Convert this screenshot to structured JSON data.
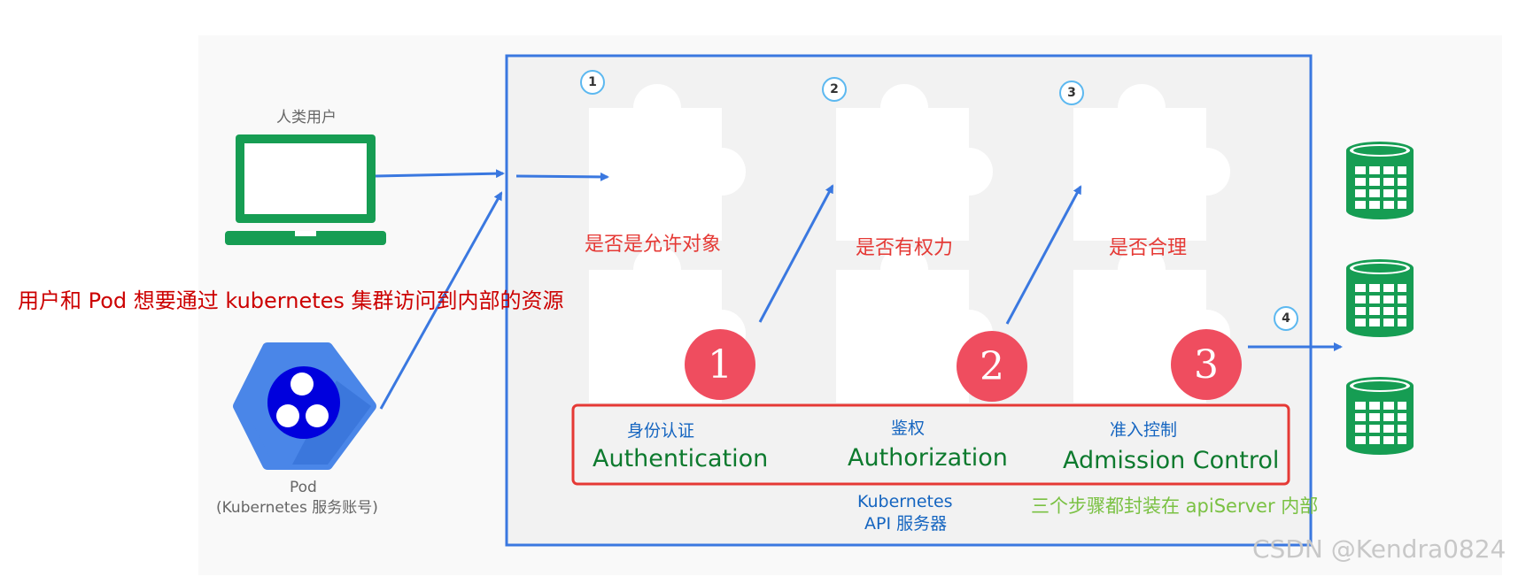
{
  "human_user": {
    "label": "人类用户"
  },
  "pod": {
    "label_line1": "Pod",
    "label_line2": "(Kubernetes 服务账号)"
  },
  "caption_left": "用户和 Pod 想要通过 kubernetes 集群访问到内部的资源",
  "steps": [
    {
      "circle": "1",
      "question": "是否是允许对象",
      "badge": "1",
      "zh": "身份认证",
      "en": "Authentication"
    },
    {
      "circle": "2",
      "question": "是否有权力",
      "badge": "2",
      "zh": "鉴权",
      "en": "Authorization"
    },
    {
      "circle": "3",
      "question": "是否合理",
      "badge": "3",
      "zh": "准入控制",
      "en": "Admission Control"
    }
  ],
  "step4": {
    "circle": "4"
  },
  "api_server": {
    "line1": "Kubernetes",
    "line2": "API 服务器"
  },
  "note_green": "三个步骤都封装在 apiServer 内部",
  "watermark": "CSDN @Kendra0824",
  "colors": {
    "panel_border": "#3a78e0",
    "arrow": "#3a78e0",
    "laptop": "#169d53",
    "database": "#169d53",
    "pod_hex": "#4a86e8",
    "badge": "#ef4d5f",
    "steps_box_border": "#e53935",
    "caption_red": "#cc0000",
    "note_green": "#7ac143",
    "puzzle": "#ffffff"
  },
  "icons": [
    "laptop-icon",
    "pod-hexagon-icon",
    "puzzle-piece-icon",
    "database-icon"
  ]
}
